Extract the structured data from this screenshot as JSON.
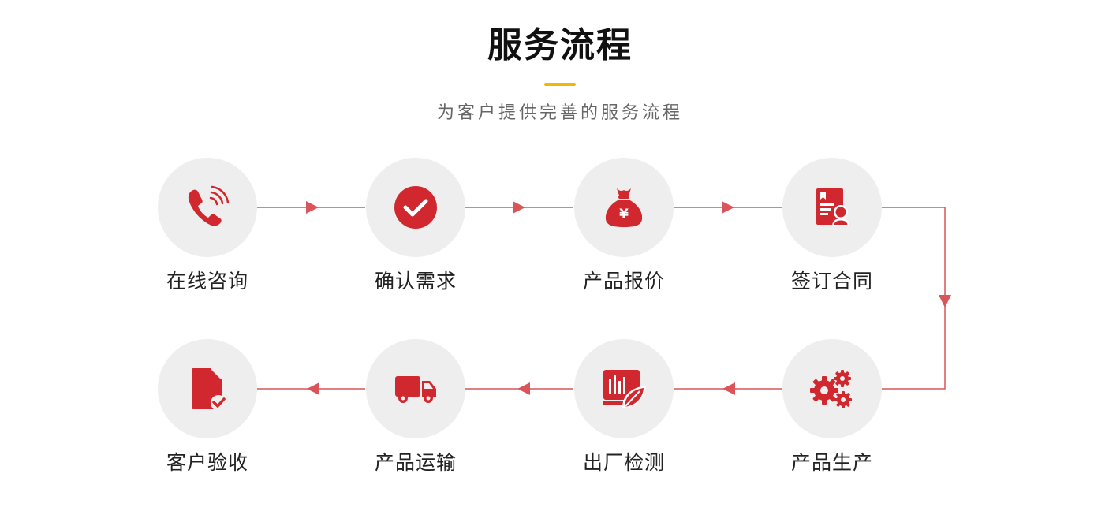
{
  "header": {
    "title": "服务流程",
    "subtitle": "为客户提供完善的服务流程"
  },
  "colors": {
    "accent": "#d0282e",
    "connector": "#d9555a",
    "title_bar": "#f2b705",
    "circle_bg": "#eeeeee"
  },
  "steps": [
    {
      "label": "在线咨询",
      "icon": "phone-icon"
    },
    {
      "label": "确认需求",
      "icon": "check-circle-icon"
    },
    {
      "label": "产品报价",
      "icon": "money-bag-icon"
    },
    {
      "label": "签订合同",
      "icon": "contract-icon"
    },
    {
      "label": "产品生产",
      "icon": "gears-icon"
    },
    {
      "label": "出厂检测",
      "icon": "inspection-icon"
    },
    {
      "label": "产品运输",
      "icon": "truck-icon"
    },
    {
      "label": "客户验收",
      "icon": "document-check-icon"
    }
  ]
}
